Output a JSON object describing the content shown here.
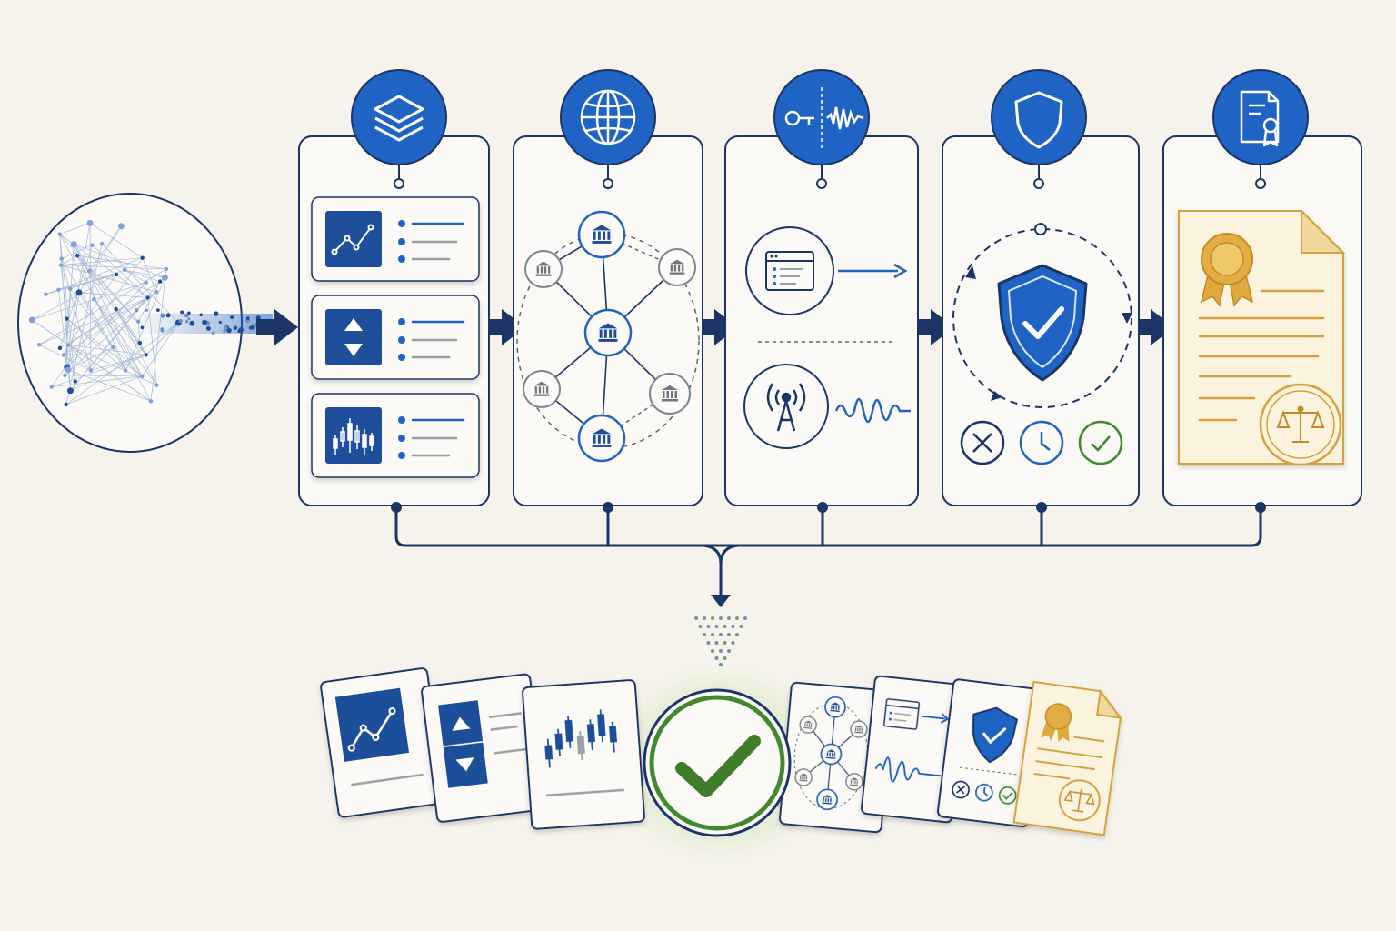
{
  "colors": {
    "background": "#f6f3ec",
    "navy": "#1b3566",
    "blue": "#1f63c4",
    "light_blue": "#5b8ed8",
    "grey": "#8a8f96",
    "gold": "#d6a13a",
    "paper": "#fbf3dd",
    "green": "#3f8a2e",
    "green_glow": "#b9dd9c"
  },
  "stages": [
    {
      "id": "data",
      "header_icon": "layers-icon",
      "content": [
        "line-chart-icon",
        "up-down-arrows-icon",
        "candlestick-chart-icon"
      ]
    },
    {
      "id": "network",
      "header_icon": "globe-icon",
      "content": [
        "bank-network-icon"
      ]
    },
    {
      "id": "signal",
      "header_icon": "key-waveform-icon",
      "content": [
        "browser-window-icon",
        "broadcast-antenna-icon",
        "waveform-icon"
      ]
    },
    {
      "id": "security",
      "header_icon": "shield-icon",
      "content": [
        "shield-check-icon",
        "reject-icon",
        "pending-clock-icon",
        "approve-check-icon"
      ]
    },
    {
      "id": "certification",
      "header_icon": "certificate-document-icon",
      "content": [
        "award-ribbon-icon",
        "scales-of-justice-icon"
      ]
    }
  ],
  "result": {
    "status_icon": "success-checkmark-icon",
    "cards": [
      "line-chart-card",
      "arrows-card",
      "candlestick-card",
      "bank-network-card",
      "browser-waveform-card",
      "shield-status-card",
      "certificate-card"
    ]
  }
}
